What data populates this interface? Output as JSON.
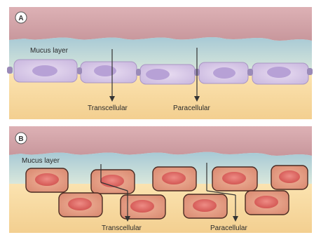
{
  "panels": [
    {
      "id": "A",
      "badge": "A",
      "layer_label": "Mucus layer",
      "route_labels": [
        "Transcellular",
        "Paracellular"
      ]
    },
    {
      "id": "B",
      "badge": "B",
      "layer_label": "Mucus layer",
      "route_labels": [
        "Transcellular",
        "Paracellular"
      ]
    }
  ],
  "colors": {
    "lumen": "#d4a3a8",
    "mucus": "#bcd6de",
    "submucosa": "#f7d9a3",
    "cell_a_fill": "#d8c8e8",
    "cell_a_nucleus": "#b9a3d9",
    "cell_b_fill": "#e8a088",
    "cell_b_nucleus": "#e06a66",
    "cell_b_outline": "#4a2a22",
    "arrow": "#333333"
  }
}
